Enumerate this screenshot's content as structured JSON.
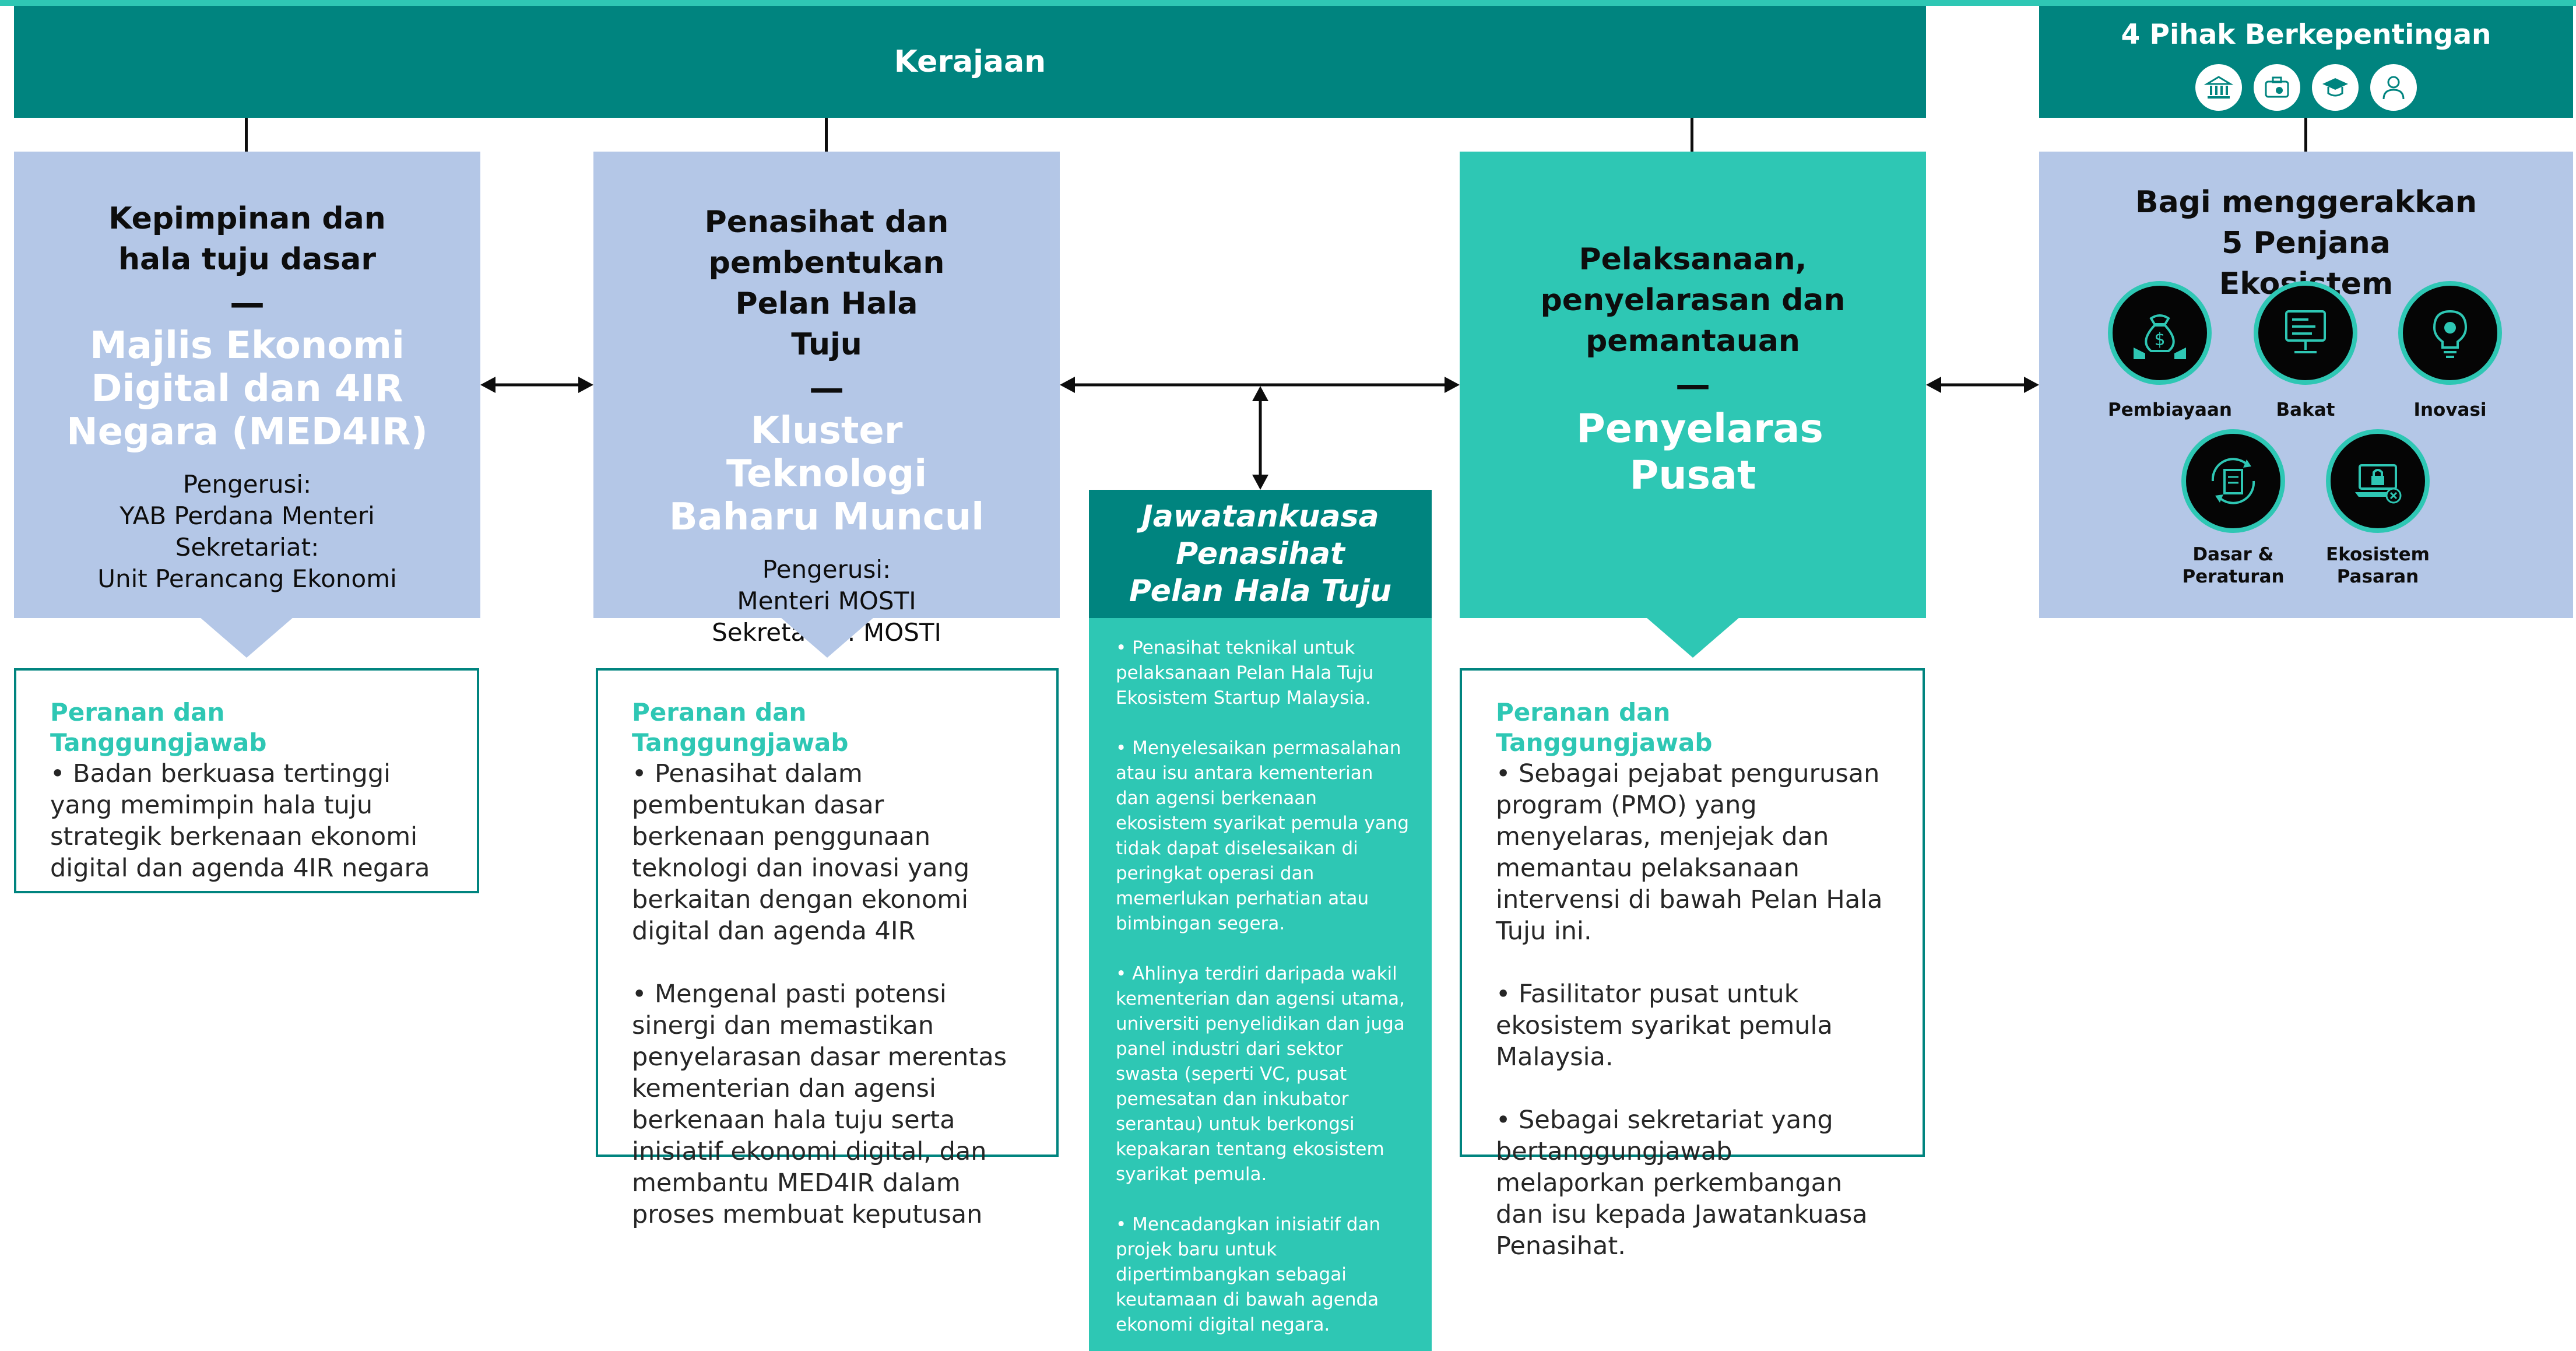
{
  "header": {
    "kerajaan": "Kerajaan",
    "stakeholders": "4 Pihak Berkepentingan",
    "stakeholder_icons": [
      "bank-icon",
      "briefcase-icon",
      "graduation-cap-icon",
      "person-icon"
    ]
  },
  "med4ir": {
    "heading": "Kepimpinan dan hala tuju dasar",
    "dash": "—",
    "name": "Majlis Ekonomi Digital dan 4IR Negara (MED4IR)",
    "chair_label": "Pengerusi:",
    "chair": "YAB Perdana Menteri",
    "secretariat_label": "Sekretariat:",
    "secretariat": "Unit Perancang Ekonomi",
    "roles_title": "Peranan dan Tanggungjawab",
    "roles": [
      "• Badan berkuasa tertinggi yang memimpin hala tuju strategik berkenaan ekonomi digital dan agenda 4IR negara"
    ]
  },
  "kluster": {
    "heading": "Penasihat dan pembentukan Pelan Hala Tuju",
    "dash": "—",
    "name": "Kluster Teknologi Baharu Muncul",
    "chair_label": "Pengerusi:",
    "chair": "Menteri MOSTI",
    "secretariat": "Sekretariat: MOSTI",
    "roles_title": "Peranan dan Tanggungjawab",
    "roles": [
      "• Penasihat dalam pembentukan dasar berkenaan penggunaan teknologi dan inovasi yang berkaitan dengan ekonomi digital dan agenda 4IR",
      "• Mengenal pasti potensi sinergi dan memastikan penyelarasan dasar merentas kementerian dan agensi berkenaan hala tuju serta inisiatif ekonomi digital, dan membantu MED4IR dalam proses membuat keputusan"
    ]
  },
  "jawatankuasa": {
    "title": "Jawatankuasa Penasihat Pelan Hala Tuju",
    "items": [
      "• Penasihat teknikal untuk pelaksanaan Pelan Hala Tuju Ekosistem Startup Malaysia.",
      "• Menyelesaikan permasalahan atau isu antara kementerian dan agensi berkenaan ekosistem syarikat pemula yang tidak dapat diselesaikan di peringkat operasi dan memerlukan perhatian atau bimbingan segera.",
      "• Ahlinya terdiri daripada wakil kementerian dan agensi utama, universiti penyelidikan dan juga panel industri dari sektor swasta (seperti VC, pusat pemesatan dan inkubator serantau) untuk berkongsi kepakaran tentang ekosistem syarikat pemula.",
      "• Mencadangkan inisiatif dan projek baru untuk dipertimbangkan sebagai keutamaan di bawah agenda ekonomi digital negara."
    ]
  },
  "penyelaras": {
    "heading": "Pelaksanaan, penyelarasan dan pemantauan",
    "dash": "—",
    "name": "Penyelaras Pusat",
    "roles_title": "Peranan dan Tanggungjawab",
    "roles": [
      "• Sebagai pejabat pengurusan program (PMO) yang menyelaras, menjejak dan memantau pelaksanaan intervensi di bawah Pelan Hala Tuju ini.",
      "• Fasilitator pusat untuk ekosistem syarikat pemula Malaysia.",
      "• Sebagai sekretariat yang bertanggungjawab melaporkan perkembangan dan isu kepada Jawatankuasa Penasihat."
    ]
  },
  "ekosistem": {
    "heading": "Bagi menggerakkan 5 Penjana Ekosistem",
    "items": [
      {
        "label": "Pembiayaan",
        "icon": "money-bag-icon"
      },
      {
        "label": "Bakat",
        "icon": "presentation-icon"
      },
      {
        "label": "Inovasi",
        "icon": "lightbulb-icon"
      },
      {
        "label": "Dasar & Peraturan",
        "icon": "documents-cycle-icon"
      },
      {
        "label": "Ekosistem Pasaran",
        "icon": "laptop-lock-icon"
      }
    ]
  },
  "colors": {
    "dark_teal": "#00847f",
    "teal": "#2ec7b4",
    "light_blue": "#b4c7e7"
  }
}
